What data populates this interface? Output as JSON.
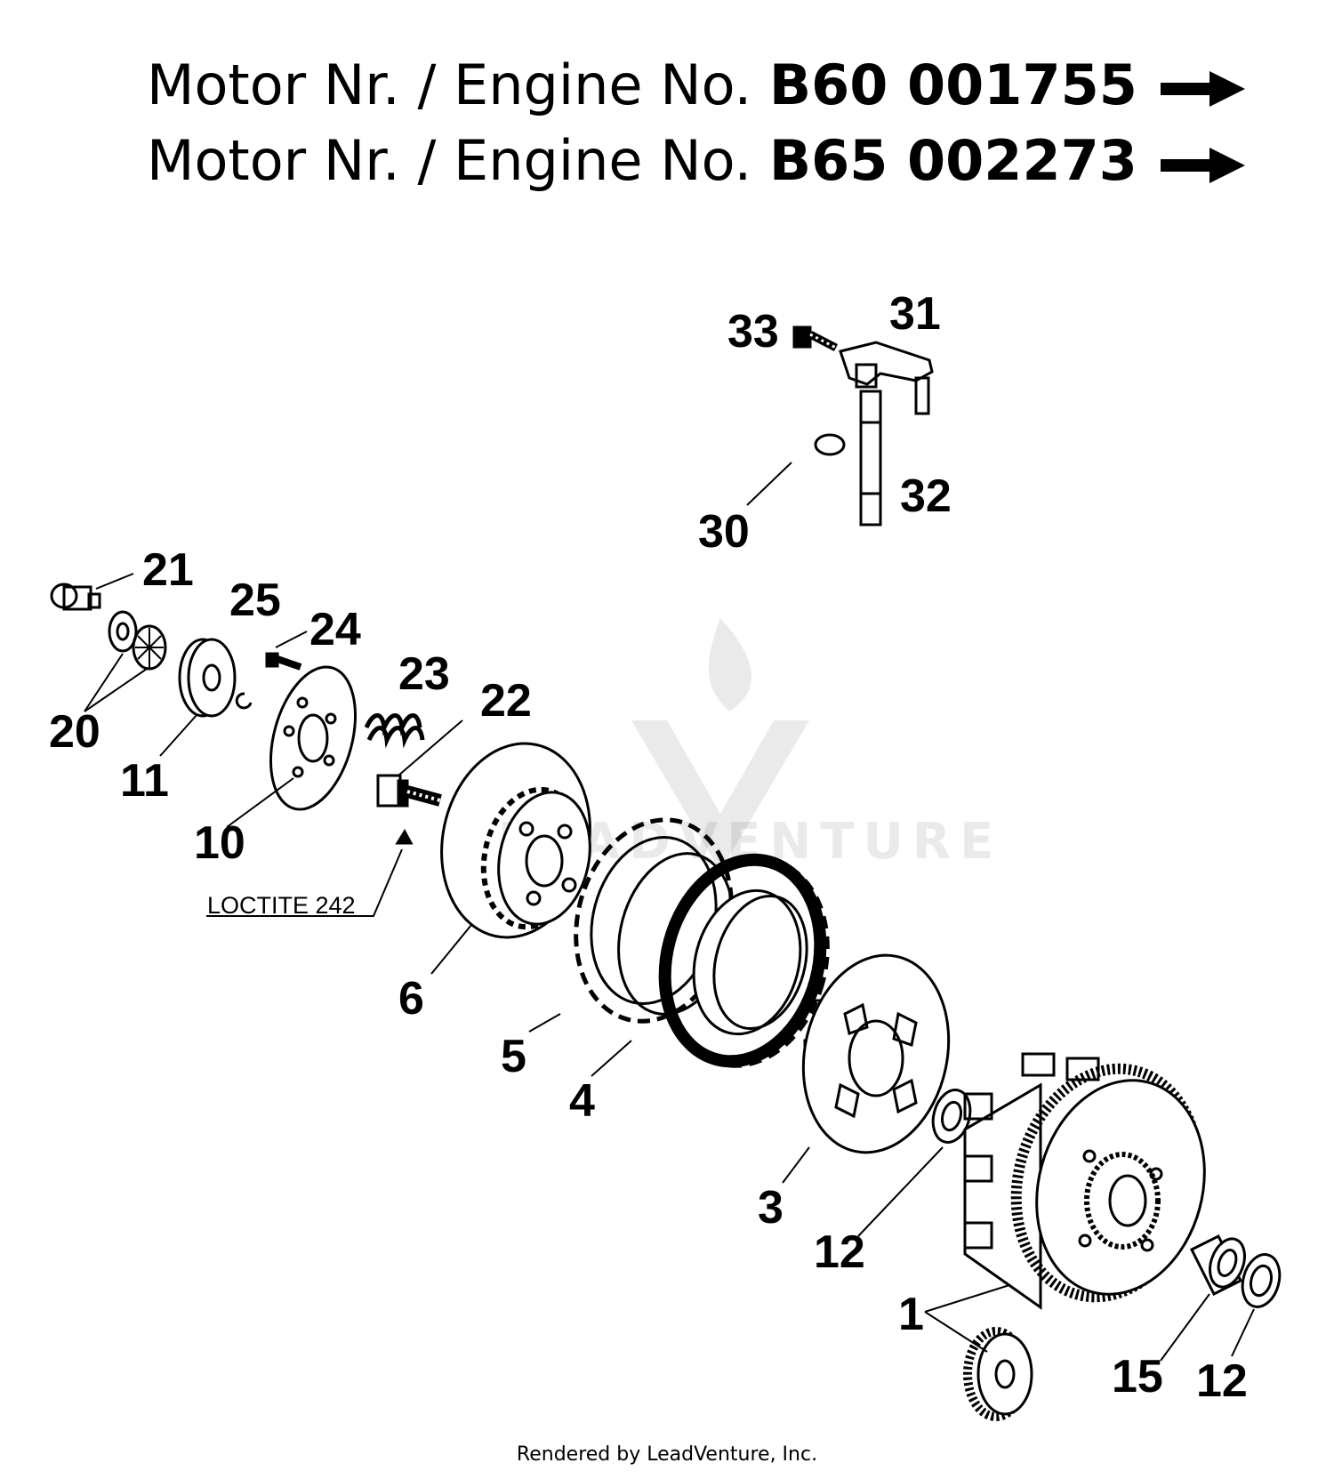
{
  "header": {
    "line1": {
      "prefix": "Motor Nr. / Engine No. ",
      "number": "B60 001755"
    },
    "line2": {
      "prefix": "Motor Nr. / Engine No. ",
      "number": "B65 002273"
    }
  },
  "callouts": {
    "c1": "1",
    "c3": "3",
    "c4": "4",
    "c5": "5",
    "c6": "6",
    "c10": "10",
    "c11": "11",
    "c12a": "12",
    "c12b": "12",
    "c15": "15",
    "c20": "20",
    "c21": "21",
    "c22": "22",
    "c23": "23",
    "c24": "24",
    "c25": "25",
    "c30": "30",
    "c31": "31",
    "c32": "32",
    "c33": "33"
  },
  "annotation": {
    "loctite": "LOCTITE 242"
  },
  "watermark": {
    "text": "LEADVENTURE"
  },
  "footer": {
    "text": "Rendered by LeadVenture, Inc."
  }
}
